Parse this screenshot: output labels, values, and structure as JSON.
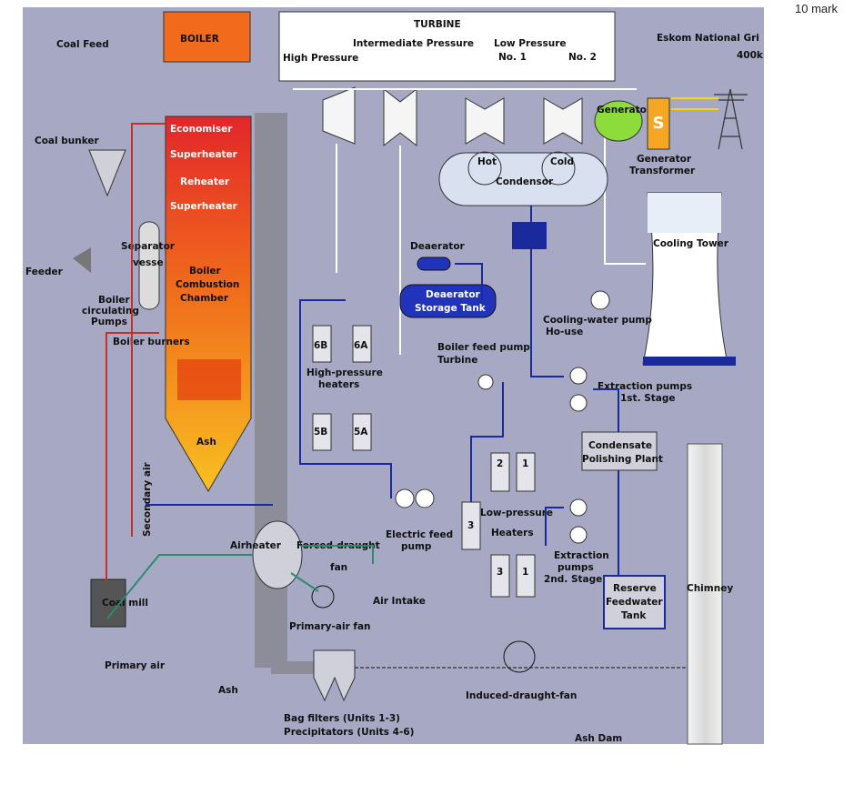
{
  "corner_note": "10 mark",
  "labels": {
    "turbine": "TURBINE",
    "high_pressure": "High Pressure",
    "intermediate_pressure": "Intermediate Pressure",
    "low_pressure": "Low Pressure",
    "no1": "No. 1",
    "no2": "No. 2",
    "eskom": "Eskom National Gri",
    "kv": "400k",
    "coal_feed": "Coal Feed",
    "coal_bunker": "Coal bunker",
    "boiler": "BOILER",
    "economiser": "Economiser",
    "superheater1": "Superheater",
    "reheater": "Reheater",
    "superheater2": "Superheater",
    "separator_vessel_1": "Separator",
    "separator_vessel_2": "vesse",
    "feeder": "Feeder",
    "boiler_chamber_1": "Boiler",
    "boiler_chamber_2": "Combustion",
    "boiler_chamber_3": "Chamber",
    "circ_pumps_1": "Boiler",
    "circ_pumps_2": "circulating",
    "circ_pumps_3": "Pumps",
    "boiler_burners": "Boiler burners",
    "ash": "Ash",
    "secondary_air": "Secondary air",
    "coal_mill": "Coal mill",
    "primary_air": "Primary air",
    "air_heater": "Airheater",
    "forced_draught_1": "Forced-draught",
    "forced_draught_2": "fan",
    "air_intake": "Air Intake",
    "primary_air_fan": "Primary-air fan",
    "ash_bottom": "Ash",
    "bag_filters": "Bag filters (Units 1-3)",
    "precipitators": "Precipitators (Units 4-6)",
    "induced_draught": "Induced-draught-fan",
    "ash_dam": "Ash Dam",
    "hp_6b": "6B",
    "hp_6a": "6A",
    "hp_heaters_1": "High-pressure",
    "hp_heaters_2": "heaters",
    "hp_5b": "5B",
    "hp_5a": "5A",
    "deaerator": "Deaerator",
    "deaerator_tank_1": "Deaerator",
    "deaerator_tank_2": "Storage Tank",
    "bfp_1": "Boiler feed pump",
    "bfp_2": "Turbine",
    "efp_1": "Electric feed",
    "efp_2": "pump",
    "condensor": "Condensor",
    "hot": "Hot",
    "cold": "Cold",
    "generator": "Generator",
    "gen_transformer_1": "Generator",
    "gen_transformer_2": "Transformer",
    "cooling_tower": "Cooling Tower",
    "cw_pump_1": "Cooling-water pump",
    "cw_pump_2": "Ho-use",
    "extr_pumps1_1": "Extraction pumps",
    "extr_pumps1_2": "1st. Stage",
    "cpp_1": "Condensate",
    "cpp_2": "Polishing Plant",
    "lp_2": "2",
    "lp_1a": "1",
    "lp_3a": "3",
    "lp_heaters_1": "Low-pressure",
    "lp_heaters_2": "Heaters",
    "lp_3b": "3",
    "lp_1b": "1",
    "extr_pumps2_1": "Extraction",
    "extr_pumps2_2": "pumps",
    "extr_pumps2_3": "2nd. Stage",
    "rft_1": "Reserve",
    "rft_2": "Feedwater",
    "rft_3": "Tank",
    "chimney": "Chimney"
  }
}
